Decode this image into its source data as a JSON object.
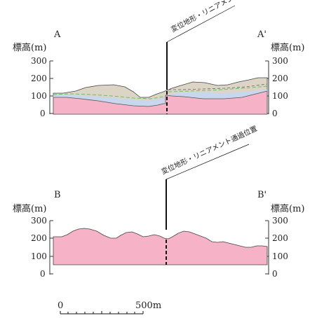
{
  "section_a": {
    "left_label": "A",
    "right_label": "A'",
    "axis_title_left": "標高(m)",
    "axis_title_right": "標高(m)",
    "ticks": [
      "300",
      "200",
      "100",
      "0"
    ],
    "annotation": "変位地形・リニアメント通過位置"
  },
  "section_b": {
    "left_label": "B",
    "right_label": "B'",
    "axis_title_left": "標高(m)",
    "axis_title_right": "標高(m)",
    "ticks": [
      "300",
      "200",
      "100",
      "0"
    ],
    "annotation": "変位地形・リニアメント通過位置"
  },
  "scale_bar": {
    "start_label": "0",
    "end_label": "500m"
  },
  "colors": {
    "bedrock": "#f6b3c8",
    "aquifer": "#c6d7ee",
    "terrace": "#dcd5c6",
    "dash_green": "#6bbf6b",
    "dash_gray": "#666666"
  }
}
